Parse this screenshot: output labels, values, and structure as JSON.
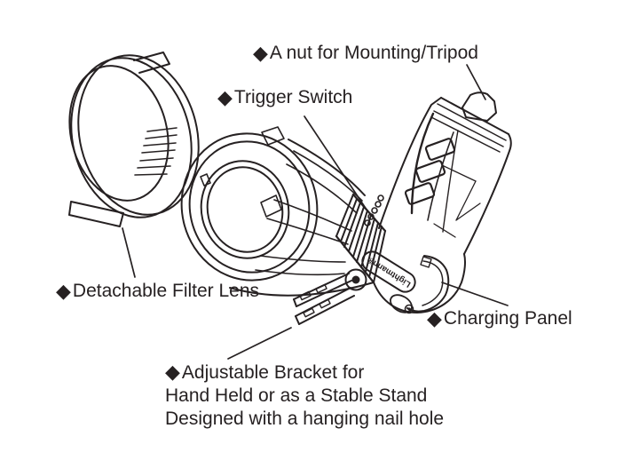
{
  "figure": {
    "background_color": "#ffffff",
    "line_color": "#262122",
    "bullet_icon": "◆",
    "logo": "Lightmann®",
    "labels": {
      "mount_nut": "A nut for Mounting/Tripod",
      "trigger_switch": "Trigger Switch",
      "filter_lens": "Detachable Filter Lens",
      "charging_panel": "Charging Panel",
      "bracket": {
        "line1": "Adjustable Bracket for",
        "line2": "Hand Held or as a Stable Stand",
        "line3": "Designed with a hanging nail hole"
      }
    }
  }
}
